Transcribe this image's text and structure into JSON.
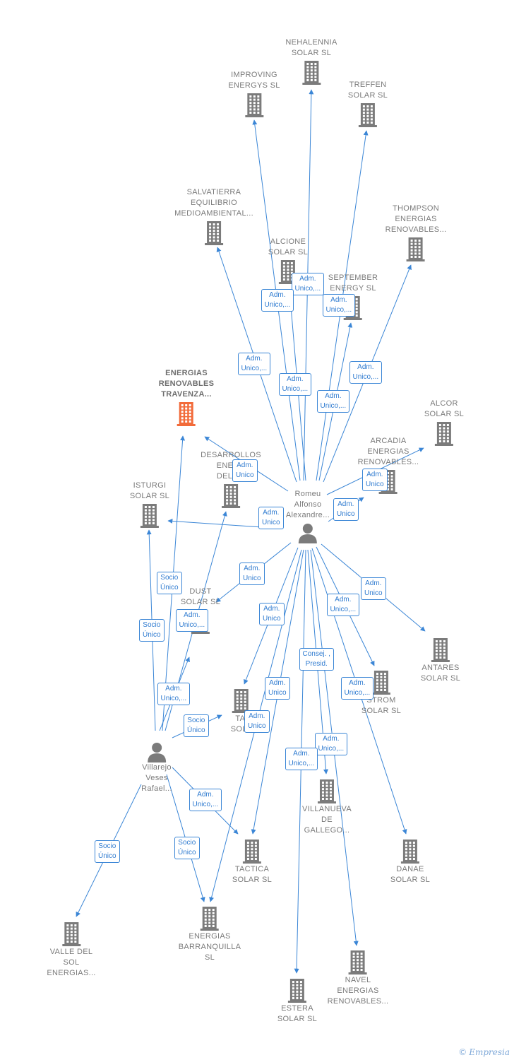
{
  "colors": {
    "edge": "#3b86d6",
    "building": "#7b7b7b",
    "highlight_building": "#f26b3a",
    "person": "#7b7b7b",
    "label_text": "#7a7a7a",
    "edge_label_text": "#2f7bd0"
  },
  "persons": [
    {
      "id": "romeu",
      "label": "Romeu\nAlfonso\nAlexandre...",
      "icon": "person-icon"
    },
    {
      "id": "villarejo",
      "label": "Villarejo\nVeses\nRafael...",
      "icon": "person-icon"
    }
  ],
  "companies": [
    {
      "id": "nehalennia",
      "label": "NEHALENNIA\nSOLAR SL",
      "icon": "building-icon"
    },
    {
      "id": "improving",
      "label": "IMPROVING\nENERGYS SL",
      "icon": "building-icon"
    },
    {
      "id": "treffen",
      "label": "TREFFEN\nSOLAR SL",
      "icon": "building-icon"
    },
    {
      "id": "salvatierra",
      "label": "SALVATIERRA\nEQUILIBRIO\nMEDIOAMBIENTAL...",
      "icon": "building-icon"
    },
    {
      "id": "thompson",
      "label": "THOMPSON\nENERGIAS\nRENOVABLES...",
      "icon": "building-icon"
    },
    {
      "id": "alcione",
      "label": "ALCIONE\nSOLAR SL",
      "icon": "building-icon"
    },
    {
      "id": "september",
      "label": "SEPTEMBER\nENERGY SL",
      "icon": "building-icon"
    },
    {
      "id": "travenza",
      "label": "ENERGIAS\nRENOVABLES\nTRAVENZA...",
      "icon": "building-icon",
      "highlight": true
    },
    {
      "id": "alcor",
      "label": "ALCOR\nSOLAR SL",
      "icon": "building-icon"
    },
    {
      "id": "desarrollos",
      "label": "DESARROLLOS\nENERG\nDEL TU",
      "icon": "building-icon"
    },
    {
      "id": "arcadia",
      "label": "ARCADIA\nENERGIAS\nRENOVABLES...",
      "icon": "building-icon"
    },
    {
      "id": "isturgi",
      "label": "ISTURGI\nSOLAR SL",
      "icon": "building-icon"
    },
    {
      "id": "dust",
      "label": "DUST\nSOLAR SL",
      "icon": "building-icon"
    },
    {
      "id": "antares",
      "label": "ANTARES\nSOLAR SL",
      "icon": "building-icon"
    },
    {
      "id": "strom",
      "label": "STROM\nSOLAR SL",
      "icon": "building-icon"
    },
    {
      "id": "tai",
      "label": "TAI\nSOLA",
      "icon": "building-icon"
    },
    {
      "id": "villanueva",
      "label": "VILLANUEVA\nDE\nGALLEGO...",
      "icon": "building-icon"
    },
    {
      "id": "tactica",
      "label": "TACTICA\nSOLAR SL",
      "icon": "building-icon"
    },
    {
      "id": "danae",
      "label": "DANAE\nSOLAR SL",
      "icon": "building-icon"
    },
    {
      "id": "barranquilla",
      "label": "ENERGIAS\nBARRANQUILLA\nSL",
      "icon": "building-icon"
    },
    {
      "id": "valle",
      "label": "VALLE DEL\nSOL\nENERGIAS...",
      "icon": "building-icon"
    },
    {
      "id": "navel",
      "label": "NAVEL\nENERGIAS\nRENOVABLES...",
      "icon": "building-icon"
    },
    {
      "id": "estera",
      "label": "ESTERA\nSOLAR SL",
      "icon": "building-icon"
    }
  ],
  "relations": [
    {
      "from": "romeu",
      "to": "nehalennia",
      "label": "Adm.\nUnico,..."
    },
    {
      "from": "romeu",
      "to": "improving",
      "label": "Adm.\nUnico,..."
    },
    {
      "from": "romeu",
      "to": "treffen",
      "label": "Adm.\nUnico,..."
    },
    {
      "from": "romeu",
      "to": "salvatierra",
      "label": "Adm.\nUnico,..."
    },
    {
      "from": "romeu",
      "to": "alcione",
      "label": "Adm.\nUnico,..."
    },
    {
      "from": "romeu",
      "to": "september",
      "label": "Adm.\nUnico,..."
    },
    {
      "from": "romeu",
      "to": "thompson",
      "label": "Adm.\nUnico,..."
    },
    {
      "from": "romeu",
      "to": "travenza",
      "label": "Adm.\nUnico"
    },
    {
      "from": "romeu",
      "to": "alcor",
      "label": "Adm.\nUnico"
    },
    {
      "from": "romeu",
      "to": "arcadia",
      "label": "Adm.\nUnico"
    },
    {
      "from": "romeu",
      "to": "isturgi",
      "label": "Adm.\nUnico"
    },
    {
      "from": "romeu",
      "to": "dust",
      "label": "Adm.\nUnico"
    },
    {
      "from": "romeu",
      "to": "antares",
      "label": "Adm.\nUnico"
    },
    {
      "from": "romeu",
      "to": "strom",
      "label": "Adm.\nUnico,..."
    },
    {
      "from": "romeu",
      "to": "tai",
      "label": "Adm.\nUnico"
    },
    {
      "from": "romeu",
      "to": "villanueva",
      "label": "Consej. ,\nPresid."
    },
    {
      "from": "romeu",
      "to": "tactica",
      "label": "Adm.\nUnico"
    },
    {
      "from": "romeu",
      "to": "danae",
      "label": "Adm.\nUnico,..."
    },
    {
      "from": "romeu",
      "to": "barranquilla",
      "label": "Adm.\nUnico"
    },
    {
      "from": "romeu",
      "to": "navel",
      "label": "Adm.\nUnico,..."
    },
    {
      "from": "romeu",
      "to": "estera",
      "label": "Adm.\nUnico,..."
    },
    {
      "from": "villarejo",
      "to": "travenza",
      "label": "Socio\nÚnico"
    },
    {
      "from": "villarejo",
      "to": "isturgi",
      "label": "Socio\nÚnico"
    },
    {
      "from": "villarejo",
      "to": "desarrollos",
      "label": "Adm.\nUnico,..."
    },
    {
      "from": "villarejo",
      "to": "dust",
      "label": "Adm.\nUnico,..."
    },
    {
      "from": "villarejo",
      "to": "tai",
      "label": "Socio\nÚnico"
    },
    {
      "from": "villarejo",
      "to": "tactica",
      "label": "Adm.\nUnico,..."
    },
    {
      "from": "villarejo",
      "to": "barranquilla",
      "label": "Socio\nÚnico"
    },
    {
      "from": "villarejo",
      "to": "valle",
      "label": "Socio\nÚnico"
    }
  ],
  "watermark": {
    "symbol": "©",
    "brand": "Empresia"
  }
}
